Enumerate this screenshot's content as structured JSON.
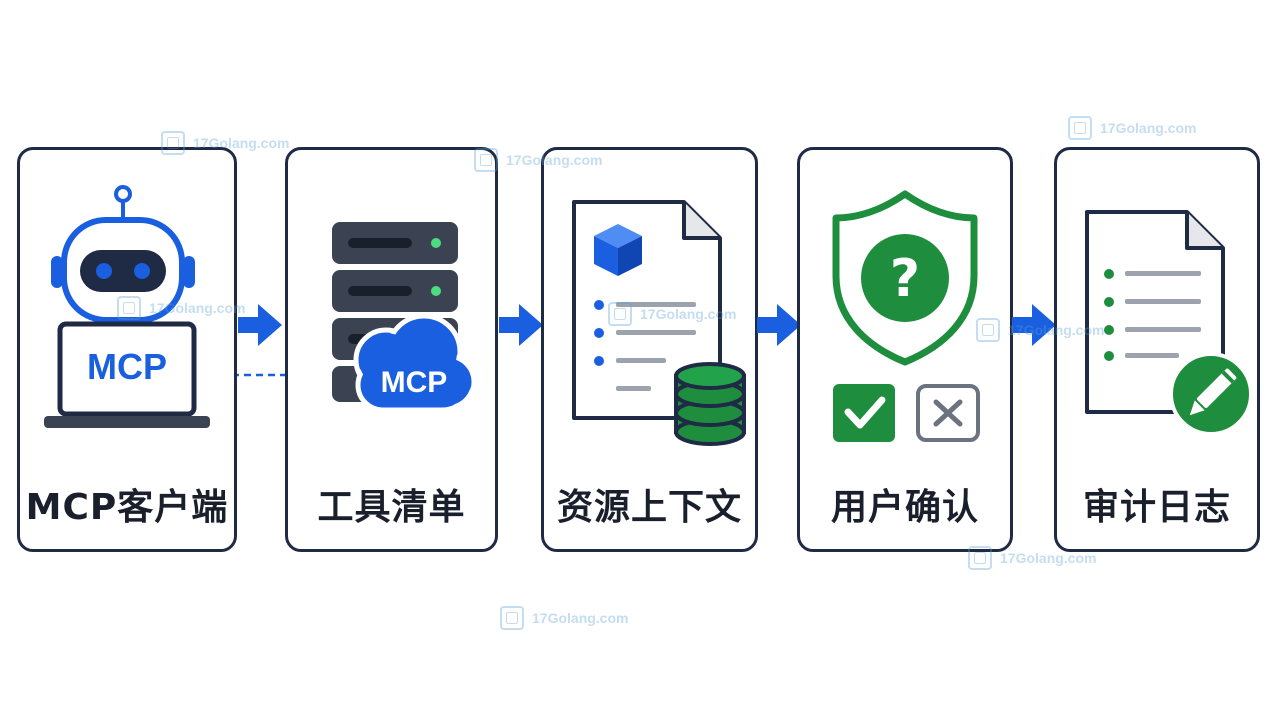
{
  "steps": [
    {
      "label": "MCP客户端",
      "badge": "MCP"
    },
    {
      "label": "工具清单",
      "badge": "MCP"
    },
    {
      "label": "资源上下文"
    },
    {
      "label": "用户确认"
    },
    {
      "label": "审计日志"
    }
  ],
  "watermark": {
    "text": "17Golang.com"
  },
  "colors": {
    "primary_blue": "#1a5fe0",
    "green": "#1e8e3e",
    "dark": "#1f2a44",
    "grey": "#6b7280",
    "server": "#3b4252"
  }
}
